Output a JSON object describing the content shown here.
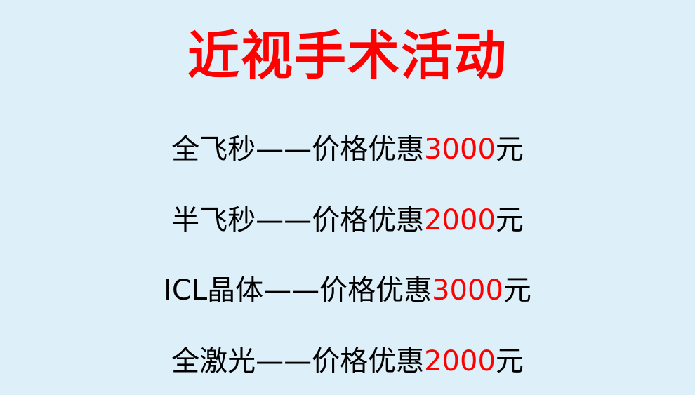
{
  "title": "近视手术活动",
  "colors": {
    "background": "#DDEFF9",
    "accent": "#FF0000",
    "text": "#000000"
  },
  "items": [
    {
      "name": "全飞秒",
      "separator": "——",
      "label": "价格优惠",
      "amount": "3000",
      "unit": "元"
    },
    {
      "name": "半飞秒",
      "separator": "——",
      "label": "价格优惠",
      "amount": "2000",
      "unit": "元"
    },
    {
      "name": "ICL晶体",
      "separator": "——",
      "label": "价格优惠",
      "amount": "3000",
      "unit": "元"
    },
    {
      "name": "全激光",
      "separator": "——",
      "label": "价格优惠",
      "amount": "2000",
      "unit": "元"
    }
  ]
}
